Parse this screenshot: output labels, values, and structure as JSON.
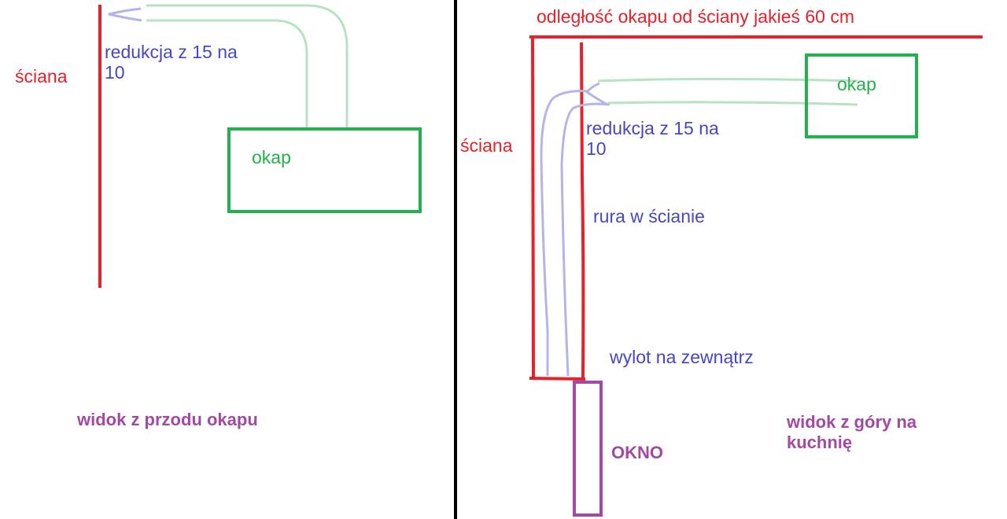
{
  "colors": {
    "wall": "#e8202a",
    "pipe": "#4646c8",
    "hood": "#22b14c",
    "window": "#a349a4",
    "divider": "#000000"
  },
  "front_view": {
    "wall_label": "ściana",
    "reduction_label": "redukcja z 15 na\n10",
    "hood_label": "okap",
    "view_caption": "widok z przodu okapu"
  },
  "top_view": {
    "distance_label": "odległość okapu od ściany jakieś 60 cm",
    "wall_label": "ściana",
    "hood_label": "okap",
    "reduction_label": "redukcja z 15 na\n10",
    "pipe_label": "rura w ścianie",
    "outlet_label": "wylot na zewnątrz",
    "window_label": "OKNO",
    "view_caption": "widok z góry na\nkuchnię"
  }
}
